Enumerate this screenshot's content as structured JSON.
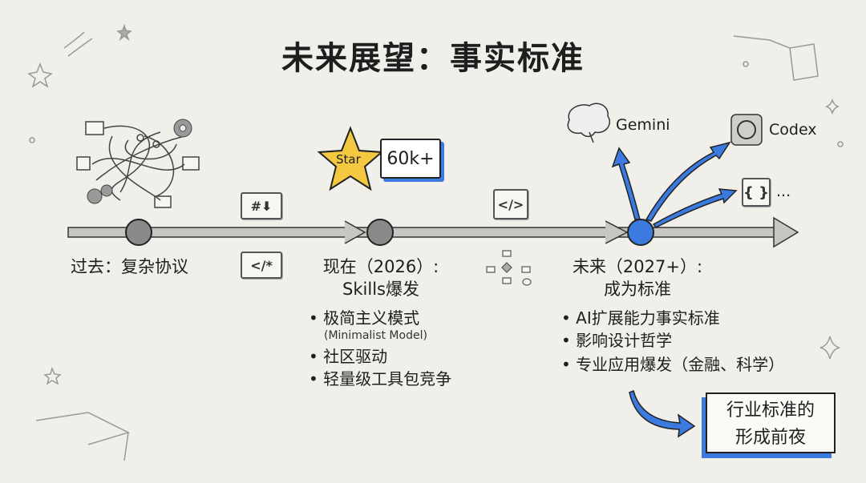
{
  "title": "未来展望：事实标准",
  "timeline": {
    "past": {
      "label": "过去：复杂协议"
    },
    "present": {
      "label_line1": "现在（2026）:",
      "label_line2": "Skills爆发",
      "badge_star": "Star",
      "badge_value": "60k+",
      "bullets": [
        "极简主义模式",
        "社区驱动",
        "轻量级工具包竞争"
      ],
      "bullet_note": "(Minimalist Model)"
    },
    "future": {
      "label_line1": "未来（2027+）:",
      "label_line2": "成为标准",
      "bullets": [
        "AI扩展能力事实标准",
        "影响设计哲学",
        "专业应用爆发（金融、科学）"
      ]
    }
  },
  "icons": {
    "markdown": "#⬇",
    "code_comment": "</*",
    "code": "</>",
    "braces": "{ }"
  },
  "adopters": [
    "Gemini",
    "Codex",
    "..."
  ],
  "conclusion": {
    "line1": "行业标准的",
    "line2": "形成前夜"
  },
  "colors": {
    "accent": "#3b7be0",
    "star": "#f5c842",
    "node": "#8a8a8a"
  }
}
